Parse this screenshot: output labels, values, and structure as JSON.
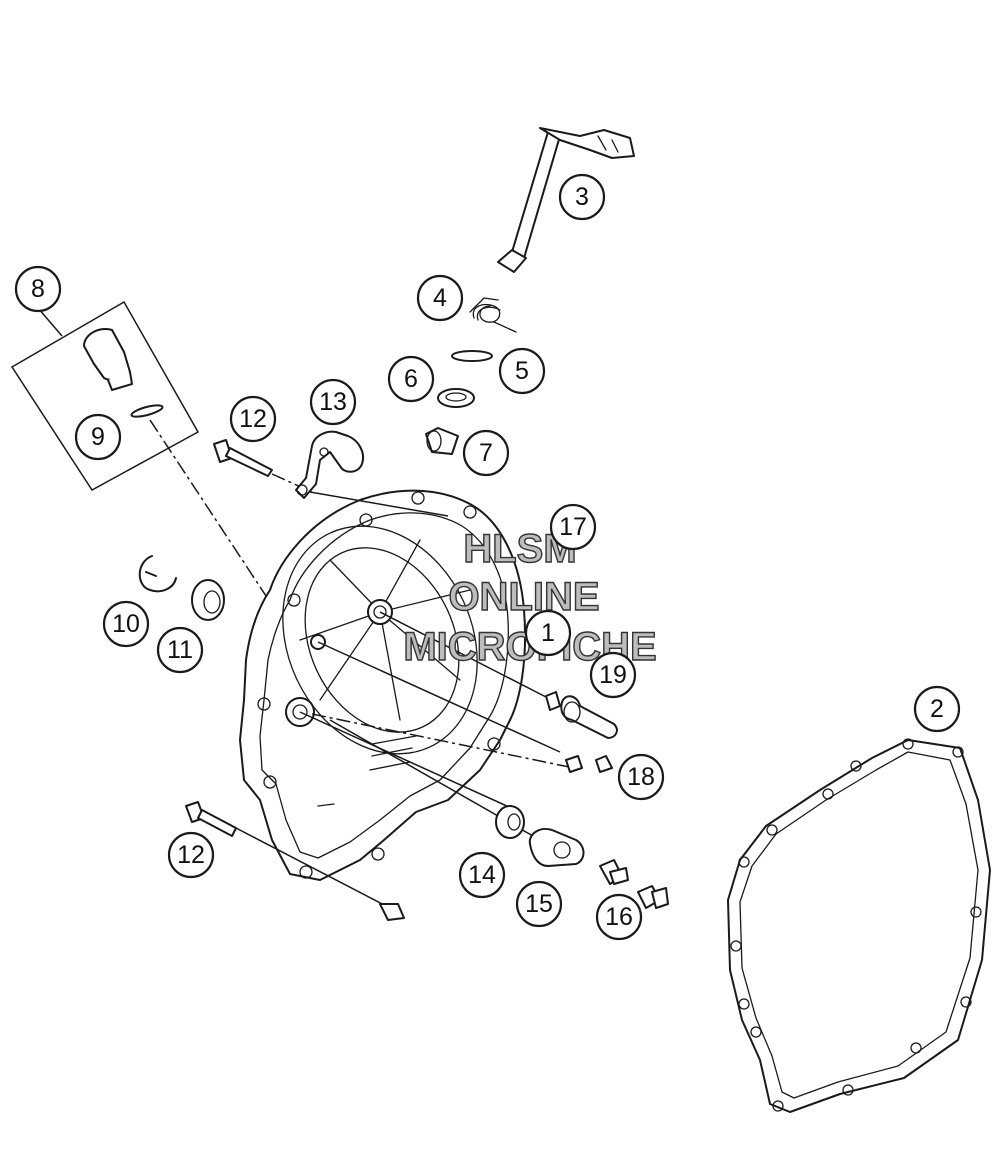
{
  "callouts": [
    {
      "id": "1",
      "label": "1"
    },
    {
      "id": "2",
      "label": "2"
    },
    {
      "id": "3",
      "label": "3"
    },
    {
      "id": "4",
      "label": "4"
    },
    {
      "id": "5",
      "label": "5"
    },
    {
      "id": "6",
      "label": "6"
    },
    {
      "id": "7",
      "label": "7"
    },
    {
      "id": "8",
      "label": "8"
    },
    {
      "id": "9",
      "label": "9"
    },
    {
      "id": "10",
      "label": "10"
    },
    {
      "id": "11",
      "label": "11"
    },
    {
      "id": "12a",
      "label": "12"
    },
    {
      "id": "12b",
      "label": "12"
    },
    {
      "id": "13",
      "label": "13"
    },
    {
      "id": "14",
      "label": "14"
    },
    {
      "id": "15",
      "label": "15"
    },
    {
      "id": "16",
      "label": "16"
    },
    {
      "id": "17",
      "label": "17"
    },
    {
      "id": "18",
      "label": "18"
    },
    {
      "id": "19",
      "label": "19"
    }
  ],
  "watermark": {
    "line1": "HLSM",
    "line2": "ONLINE",
    "line3": "MICROFICHE"
  }
}
